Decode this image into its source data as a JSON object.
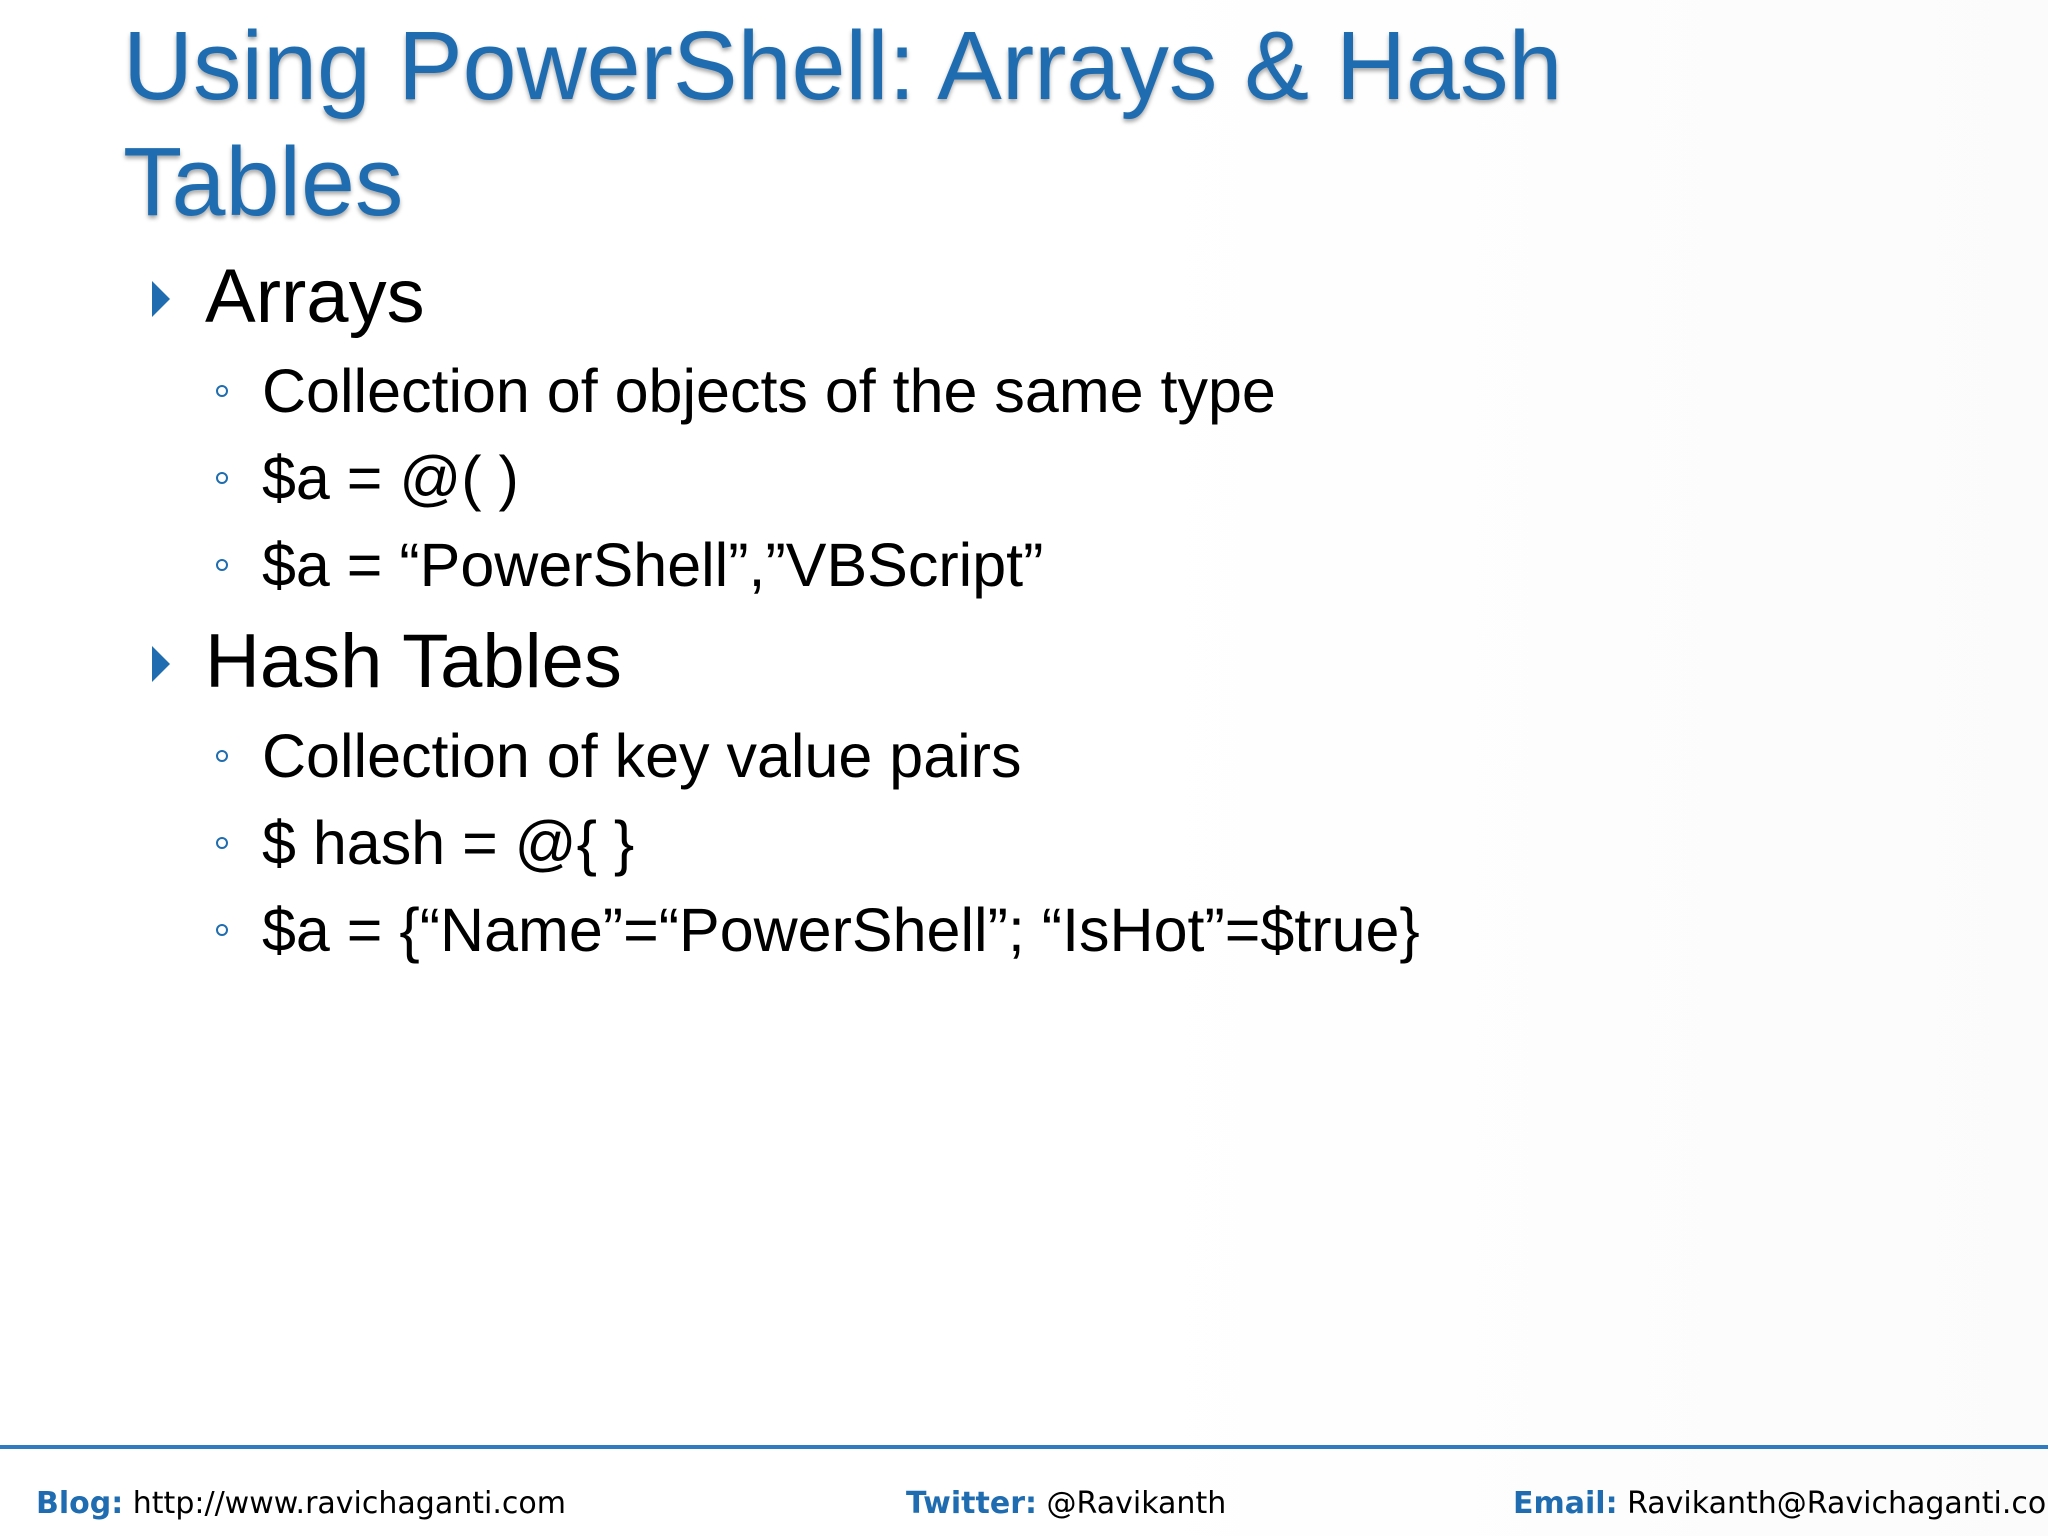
{
  "slide": {
    "title": "Using PowerShell: Arrays & Hash Tables",
    "sections": [
      {
        "heading": "Arrays",
        "items": [
          "Collection of objects of the same type",
          "$a = @( )",
          "$a = “PowerShell”,”VBScript”"
        ]
      },
      {
        "heading": "Hash Tables",
        "items": [
          "Collection of key value pairs",
          "$ hash = @{ }",
          "$a = {“Name”=“PowerShell”; “IsHot”=$true}"
        ]
      }
    ]
  },
  "footer": {
    "blog_label": "Blog:",
    "blog_value": "http://www.ravichaganti.com",
    "twitter_label": "Twitter:",
    "twitter_value": "@Ravikanth",
    "email_label": "Email:",
    "email_value": "Ravikanth@Ravichaganti.com"
  },
  "colors": {
    "title": "#1f6db0",
    "bullet": "#1f6db0",
    "footer_rule": "#2f7bc1",
    "footer_label": "#1f6db0"
  },
  "icons": {
    "level1_marker": "triangle-right-icon",
    "level2_marker": "hollow-circle-icon"
  }
}
